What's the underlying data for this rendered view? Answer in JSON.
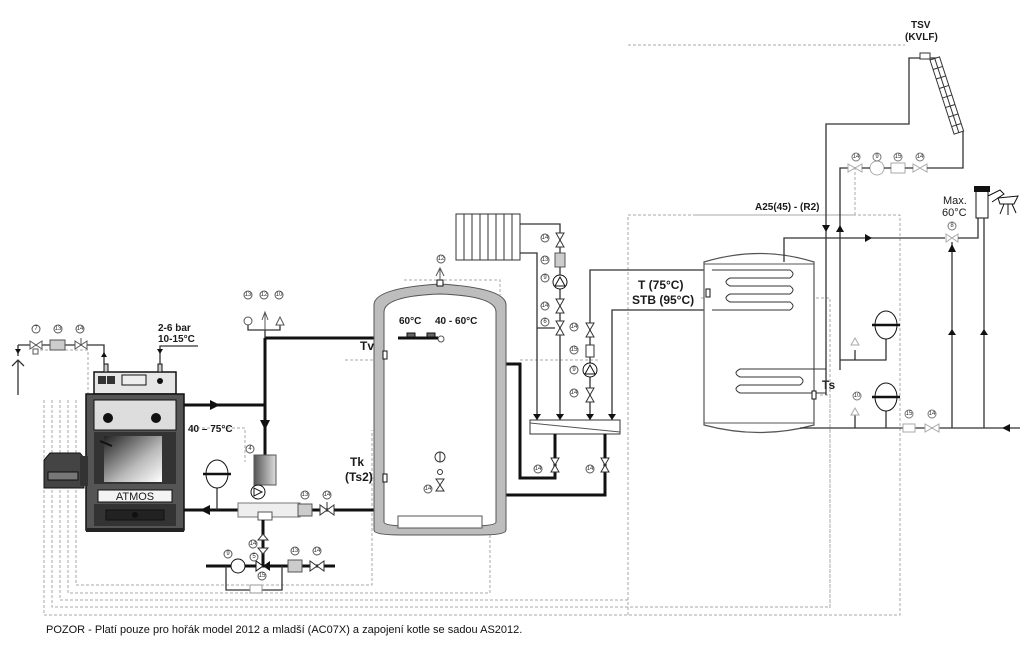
{
  "labels": {
    "tsv_line1": "TSV",
    "tsv_line2": "(KVLF)",
    "cold_water_pressure": "2-6 bar",
    "cold_water_temp": "10-15°C",
    "return_temp": "40 – 75°C",
    "boiler_brand": "ATMOS",
    "tank_top_left": "60°C",
    "tank_top_right": "40 - 60°C",
    "sensor_tv": "Tv",
    "sensor_tk_line1": "Tk",
    "sensor_tk_line2": "(Ts2)",
    "regulator": "A25(45) - (R2)",
    "dhw_t": "T (75°C)",
    "dhw_stb": "STB (95°C)",
    "sensor_ts": "Ts",
    "max_line1": "Max.",
    "max_line2": "60°C"
  },
  "component_numbers": {
    "inlet_valve": "7",
    "inlet_filter": "13",
    "inlet_shutoff": "14",
    "manometer": "13",
    "air_vent": "12",
    "safety_valve": "10",
    "mixing_unit": "4",
    "boiler_filter": "13",
    "boiler_shutoff": "14",
    "bypass_shutoff": "14",
    "bypass_pump": "9",
    "bypass_mixer": "5",
    "bypass_check": "15",
    "bypass_filter": "13",
    "bypass_valve": "14",
    "tank_top_vent": "12",
    "tank_drain_valve": "14",
    "tank_thermometer": "1",
    "rad_valve_top": "14",
    "rad_filter": "13",
    "rad_pump": "9",
    "rad_valve_mid": "14",
    "rad_mixer": "6",
    "dhw_valve_top": "14",
    "dhw_check": "15",
    "dhw_pump": "9",
    "dhw_valve_bot": "14",
    "dist_valve_left": "14",
    "dist_valve_right": "14",
    "solar_valve_1": "14",
    "solar_pump": "9",
    "solar_check": "15",
    "solar_valve_2": "14",
    "thermo_mixer": "8",
    "dhw_safety_1": "10",
    "dhw_safety_2": "10",
    "cold_check": "15",
    "cold_valve": "14"
  },
  "footer_note": "POZOR - Platí pouze pro hořák model 2012 a mladší (AC07X) a zapojení kotle se sadou AS2012."
}
